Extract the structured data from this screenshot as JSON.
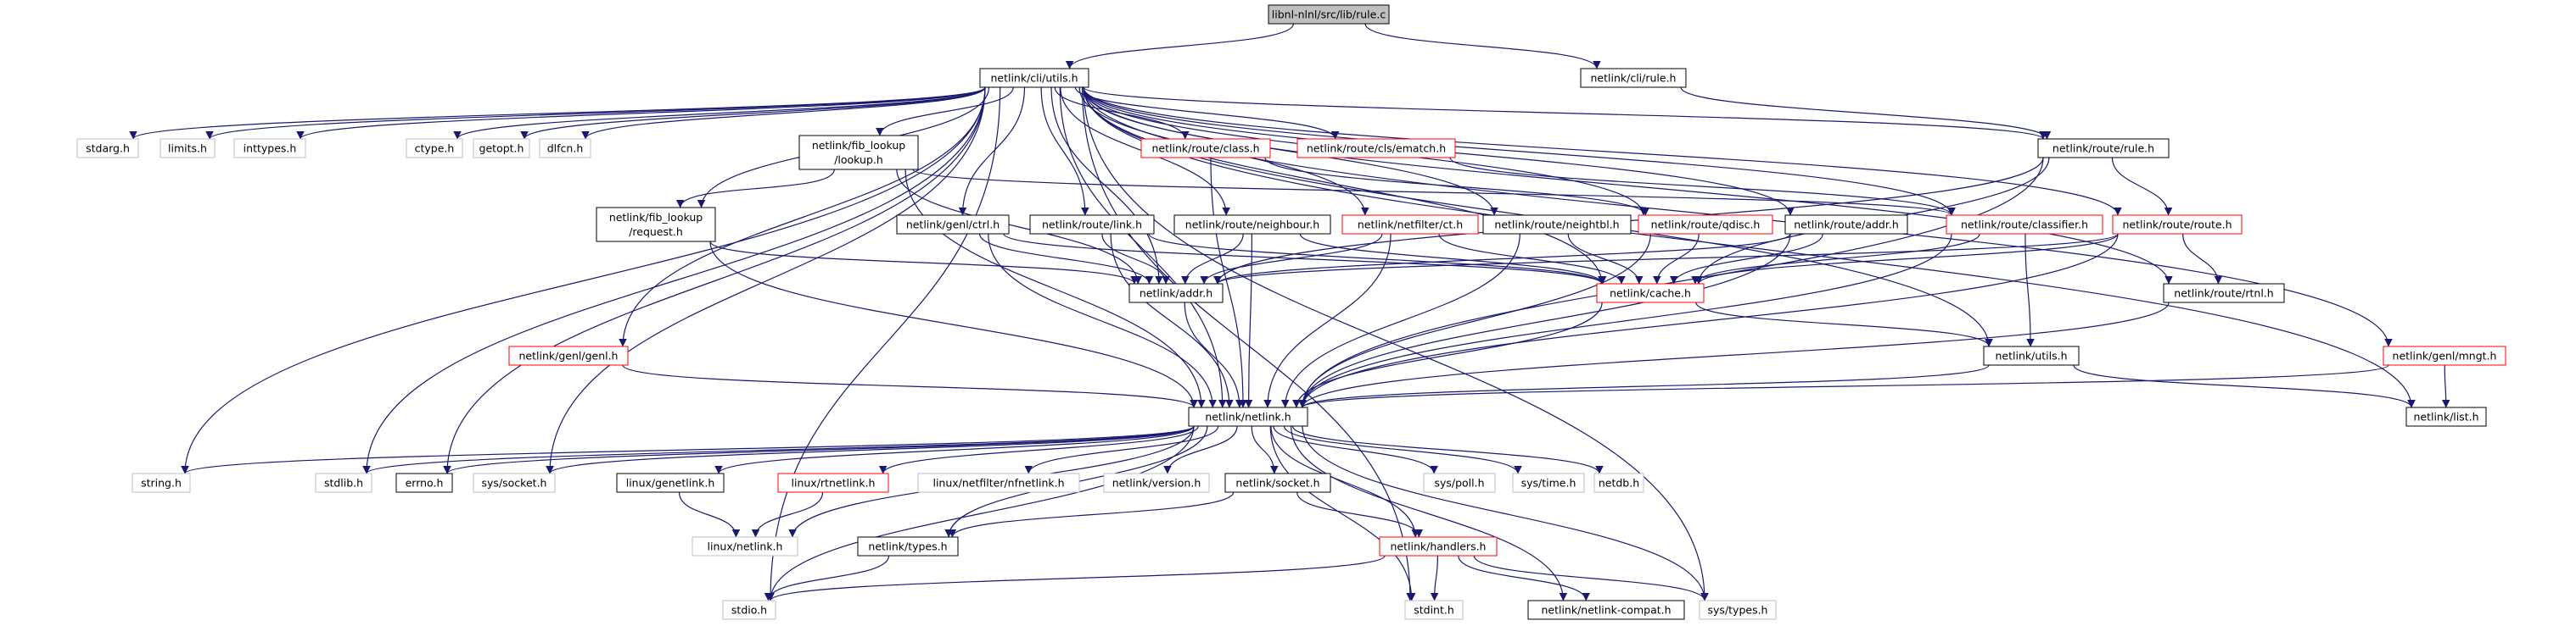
{
  "colors": {
    "edge": "#191970",
    "root_fill": "#bfbfbf",
    "border_documented": "#000000",
    "border_truncated": "#ff0000",
    "border_system": "#bfbfbf",
    "text": "#000000"
  },
  "nodes": [
    {
      "id": "rule_c",
      "label": "libnl-nlnl/src/lib/rule.c",
      "kind": "root"
    },
    {
      "id": "cli_utils",
      "label": "netlink/cli/utils.h",
      "kind": "documented"
    },
    {
      "id": "cli_rule",
      "label": "netlink/cli/rule.h",
      "kind": "documented"
    },
    {
      "id": "stdarg",
      "label": "stdarg.h",
      "kind": "system"
    },
    {
      "id": "limits",
      "label": "limits.h",
      "kind": "system"
    },
    {
      "id": "inttypes",
      "label": "inttypes.h",
      "kind": "system"
    },
    {
      "id": "ctype",
      "label": "ctype.h",
      "kind": "system"
    },
    {
      "id": "getopt",
      "label": "getopt.h",
      "kind": "system"
    },
    {
      "id": "dlfcn",
      "label": "dlfcn.h",
      "kind": "system"
    },
    {
      "id": "lib_lookup",
      "label": "netlink/fib_lookup\n/lookup.h",
      "kind": "documented"
    },
    {
      "id": "route_class",
      "label": "netlink/route/class.h",
      "kind": "truncated"
    },
    {
      "id": "cls_ematch",
      "label": "netlink/route/cls/ematch.h",
      "kind": "truncated"
    },
    {
      "id": "route_rule",
      "label": "netlink/route/rule.h",
      "kind": "documented"
    },
    {
      "id": "fib_request",
      "label": "netlink/fib_lookup\n/request.h",
      "kind": "documented"
    },
    {
      "id": "genl_ctrl",
      "label": "netlink/genl/ctrl.h",
      "kind": "documented"
    },
    {
      "id": "route_link",
      "label": "netlink/route/link.h",
      "kind": "documented"
    },
    {
      "id": "route_neighbour",
      "label": "netlink/route/neighbour.h",
      "kind": "documented"
    },
    {
      "id": "netfilter_ct",
      "label": "netlink/netfilter/ct.h",
      "kind": "truncated"
    },
    {
      "id": "route_neightbl",
      "label": "netlink/route/neightbl.h",
      "kind": "documented"
    },
    {
      "id": "route_qdisc",
      "label": "netlink/route/qdisc.h",
      "kind": "truncated"
    },
    {
      "id": "route_addr",
      "label": "netlink/route/addr.h",
      "kind": "documented"
    },
    {
      "id": "route_classifier",
      "label": "netlink/route/classifier.h",
      "kind": "truncated"
    },
    {
      "id": "route_route",
      "label": "netlink/route/route.h",
      "kind": "truncated"
    },
    {
      "id": "addr",
      "label": "netlink/addr.h",
      "kind": "documented"
    },
    {
      "id": "cache",
      "label": "netlink/cache.h",
      "kind": "truncated"
    },
    {
      "id": "route_rtnl",
      "label": "netlink/route/rtnl.h",
      "kind": "documented"
    },
    {
      "id": "genl_genl",
      "label": "netlink/genl/genl.h",
      "kind": "truncated"
    },
    {
      "id": "nl_utils",
      "label": "netlink/utils.h",
      "kind": "documented"
    },
    {
      "id": "genl_mngt",
      "label": "netlink/genl/mngt.h",
      "kind": "truncated"
    },
    {
      "id": "netlink_h",
      "label": "netlink/netlink.h",
      "kind": "documented"
    },
    {
      "id": "list_h",
      "label": "netlink/list.h",
      "kind": "documented"
    },
    {
      "id": "string_h",
      "label": "string.h",
      "kind": "system"
    },
    {
      "id": "stdlib_h",
      "label": "stdlib.h",
      "kind": "system"
    },
    {
      "id": "errno_h",
      "label": "errno.h",
      "kind": "documented"
    },
    {
      "id": "sys_socket",
      "label": "sys/socket.h",
      "kind": "system"
    },
    {
      "id": "linux_genetlink",
      "label": "linux/genetlink.h",
      "kind": "documented"
    },
    {
      "id": "linux_rtnetlink",
      "label": "linux/rtnetlink.h",
      "kind": "truncated"
    },
    {
      "id": "nfnetlink",
      "label": "linux/netfilter/nfnetlink.h",
      "kind": "system"
    },
    {
      "id": "nl_version",
      "label": "netlink/version.h",
      "kind": "system"
    },
    {
      "id": "nl_socket",
      "label": "netlink/socket.h",
      "kind": "documented"
    },
    {
      "id": "sys_poll",
      "label": "sys/poll.h",
      "kind": "system"
    },
    {
      "id": "sys_time",
      "label": "sys/time.h",
      "kind": "system"
    },
    {
      "id": "netdb",
      "label": "netdb.h",
      "kind": "system"
    },
    {
      "id": "linux_netlink",
      "label": "linux/netlink.h",
      "kind": "system"
    },
    {
      "id": "nl_types",
      "label": "netlink/types.h",
      "kind": "documented"
    },
    {
      "id": "nl_handlers",
      "label": "netlink/handlers.h",
      "kind": "truncated"
    },
    {
      "id": "stdio_h",
      "label": "stdio.h",
      "kind": "system"
    },
    {
      "id": "stdint_h",
      "label": "stdint.h",
      "kind": "system"
    },
    {
      "id": "compat",
      "label": "netlink/netlink-compat.h",
      "kind": "documented"
    },
    {
      "id": "sys_types",
      "label": "sys/types.h",
      "kind": "system"
    }
  ],
  "edges": [
    [
      "rule_c",
      "cli_utils"
    ],
    [
      "rule_c",
      "cli_rule"
    ],
    [
      "cli_utils",
      "stdio_h"
    ],
    [
      "cli_utils",
      "string_h"
    ],
    [
      "cli_utils",
      "stdarg"
    ],
    [
      "cli_utils",
      "limits"
    ],
    [
      "cli_utils",
      "inttypes"
    ],
    [
      "cli_utils",
      "stdlib_h"
    ],
    [
      "cli_utils",
      "errno_h"
    ],
    [
      "cli_utils",
      "sys_socket"
    ],
    [
      "cli_utils",
      "ctype"
    ],
    [
      "cli_utils",
      "getopt"
    ],
    [
      "cli_utils",
      "dlfcn"
    ],
    [
      "cli_utils",
      "lib_lookup"
    ],
    [
      "cli_utils",
      "fib_request"
    ],
    [
      "cli_utils",
      "genl_genl"
    ],
    [
      "cli_utils",
      "netlink_h"
    ],
    [
      "cli_utils",
      "addr"
    ],
    [
      "cli_utils",
      "genl_ctrl"
    ],
    [
      "cli_utils",
      "route_link"
    ],
    [
      "cli_utils",
      "route_neighbour"
    ],
    [
      "cli_utils",
      "netfilter_ct"
    ],
    [
      "cli_utils",
      "route_class"
    ],
    [
      "cli_utils",
      "cls_ematch"
    ],
    [
      "cli_utils",
      "route_neightbl"
    ],
    [
      "cli_utils",
      "route_qdisc"
    ],
    [
      "cli_utils",
      "cache"
    ],
    [
      "cli_utils",
      "route_addr"
    ],
    [
      "cli_utils",
      "route_classifier"
    ],
    [
      "cli_utils",
      "route_rule"
    ],
    [
      "cli_utils",
      "route_route"
    ],
    [
      "cli_utils",
      "route_rtnl"
    ],
    [
      "cli_utils",
      "nl_utils"
    ],
    [
      "cli_utils",
      "genl_mngt"
    ],
    [
      "cli_utils",
      "list_h"
    ],
    [
      "cli_utils",
      "stdint_h"
    ],
    [
      "cli_utils",
      "sys_types"
    ],
    [
      "cli_rule",
      "route_rule"
    ],
    [
      "lib_lookup",
      "fib_request"
    ],
    [
      "lib_lookup",
      "addr"
    ],
    [
      "lib_lookup",
      "route_classifier"
    ],
    [
      "lib_lookup",
      "netlink_h"
    ],
    [
      "fib_request",
      "netlink_h"
    ],
    [
      "fib_request",
      "addr"
    ],
    [
      "genl_ctrl",
      "netlink_h"
    ],
    [
      "genl_ctrl",
      "addr"
    ],
    [
      "genl_ctrl",
      "cache"
    ],
    [
      "route_link",
      "netlink_h"
    ],
    [
      "route_link",
      "addr"
    ],
    [
      "route_link",
      "cache"
    ],
    [
      "route_neighbour",
      "netlink_h"
    ],
    [
      "route_neighbour",
      "addr"
    ],
    [
      "route_neighbour",
      "cache"
    ],
    [
      "netfilter_ct",
      "netlink_h"
    ],
    [
      "netfilter_ct",
      "addr"
    ],
    [
      "netfilter_ct",
      "cache"
    ],
    [
      "route_class",
      "netlink_h"
    ],
    [
      "route_class",
      "route_qdisc"
    ],
    [
      "cls_ematch",
      "route_classifier"
    ],
    [
      "route_neightbl",
      "netlink_h"
    ],
    [
      "route_neightbl",
      "cache"
    ],
    [
      "route_qdisc",
      "netlink_h"
    ],
    [
      "route_qdisc",
      "cache"
    ],
    [
      "route_addr",
      "netlink_h"
    ],
    [
      "route_addr",
      "addr"
    ],
    [
      "route_addr",
      "cache"
    ],
    [
      "route_classifier",
      "netlink_h"
    ],
    [
      "route_classifier",
      "cache"
    ],
    [
      "route_classifier",
      "nl_utils"
    ],
    [
      "route_rule",
      "addr"
    ],
    [
      "route_rule",
      "cache"
    ],
    [
      "route_rule",
      "route_route"
    ],
    [
      "route_rule",
      "netlink_h"
    ],
    [
      "route_route",
      "netlink_h"
    ],
    [
      "route_route",
      "cache"
    ],
    [
      "route_route",
      "addr"
    ],
    [
      "route_route",
      "route_rtnl"
    ],
    [
      "addr",
      "netlink_h"
    ],
    [
      "cache",
      "netlink_h"
    ],
    [
      "cache",
      "nl_utils"
    ],
    [
      "route_rtnl",
      "netlink_h"
    ],
    [
      "genl_genl",
      "netlink_h"
    ],
    [
      "nl_utils",
      "netlink_h"
    ],
    [
      "nl_utils",
      "list_h"
    ],
    [
      "genl_mngt",
      "netlink_h"
    ],
    [
      "genl_mngt",
      "list_h"
    ],
    [
      "netlink_h",
      "string_h"
    ],
    [
      "netlink_h",
      "stdlib_h"
    ],
    [
      "netlink_h",
      "errno_h"
    ],
    [
      "netlink_h",
      "sys_socket"
    ],
    [
      "netlink_h",
      "stdio_h"
    ],
    [
      "netlink_h",
      "linux_genetlink"
    ],
    [
      "netlink_h",
      "linux_rtnetlink"
    ],
    [
      "netlink_h",
      "linux_netlink"
    ],
    [
      "netlink_h",
      "nfnetlink"
    ],
    [
      "netlink_h",
      "nl_version"
    ],
    [
      "netlink_h",
      "nl_types"
    ],
    [
      "netlink_h",
      "nl_socket"
    ],
    [
      "netlink_h",
      "nl_handlers"
    ],
    [
      "netlink_h",
      "sys_poll"
    ],
    [
      "netlink_h",
      "sys_time"
    ],
    [
      "netlink_h",
      "netdb"
    ],
    [
      "netlink_h",
      "stdint_h"
    ],
    [
      "netlink_h",
      "compat"
    ],
    [
      "netlink_h",
      "sys_types"
    ],
    [
      "linux_genetlink",
      "linux_netlink"
    ],
    [
      "linux_rtnetlink",
      "linux_netlink"
    ],
    [
      "nl_socket",
      "nl_types"
    ],
    [
      "nl_socket",
      "nl_handlers"
    ],
    [
      "nl_types",
      "stdio_h"
    ],
    [
      "nl_handlers",
      "stdio_h"
    ],
    [
      "nl_handlers",
      "stdint_h"
    ],
    [
      "nl_handlers",
      "compat"
    ],
    [
      "nl_handlers",
      "sys_types"
    ]
  ]
}
